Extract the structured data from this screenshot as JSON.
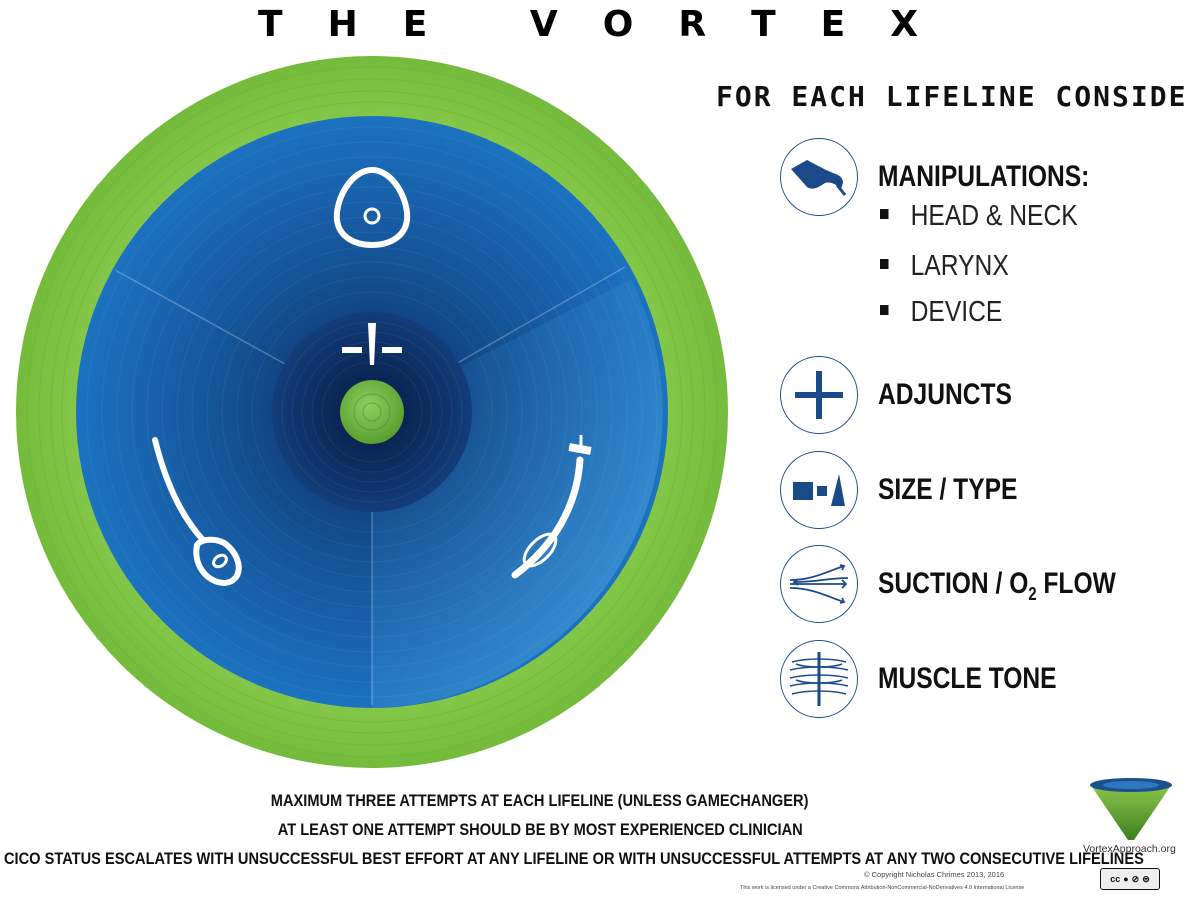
{
  "title": {
    "letters": [
      "T",
      "H",
      "E",
      " ",
      "V",
      "O",
      "R",
      "T",
      "E",
      "X"
    ]
  },
  "consider": {
    "heading": "FOR EACH LIFELINE CONSIDER:",
    "items": [
      {
        "label": "MANIPULATIONS:",
        "icon": "hand-icon",
        "subitems": [
          "HEAD & NECK",
          "LARYNX",
          "DEVICE"
        ]
      },
      {
        "label": "ADJUNCTS",
        "icon": "plus-icon"
      },
      {
        "label": "SIZE / TYPE",
        "icon": "shapes-icon"
      },
      {
        "label": "SUCTION / O",
        "label_sub": "2",
        "label_end": " FLOW",
        "icon": "flow-arrows-icon"
      },
      {
        "label": "MUSCLE TONE",
        "icon": "muscle-fibers-icon"
      }
    ]
  },
  "notes": [
    "MAXIMUM THREE ATTEMPTS AT EACH LIFELINE (UNLESS GAMECHANGER)",
    "AT LEAST ONE ATTEMPT SHOULD BE BY MOST EXPERIENCED CLINICIAN",
    "CICO STATUS ESCALATES WITH UNSUCCESSFUL BEST EFFORT AT ANY LIFELINE OR WITH UNSUCCESSFUL ATTEMPTS AT ANY TWO CONSECUTIVE LIFELINES"
  ],
  "footer": {
    "site": "VortexApproach.org",
    "copyright": "© Copyright Nicholas Chrimes 2013, 2016",
    "license": "This work is licensed under a Creative Commons Attribution-NonCommercial-NoDerivatives 4.0 International License",
    "cc_badge": "cc"
  },
  "colors": {
    "green": "#7cc242",
    "green_dark": "#6db33b",
    "blue_dark": "#0d3f7d",
    "blue_mid": "#1b6cb5",
    "blue_light": "#3f9ad8",
    "center_green": "#6db43f"
  }
}
